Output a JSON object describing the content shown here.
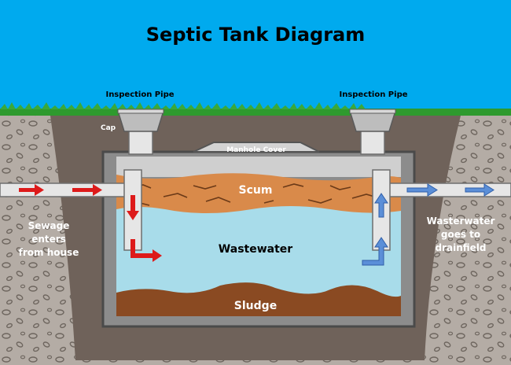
{
  "title": "Septic Tank Diagram",
  "labels": {
    "inspection_pipe_left": "Inspection Pipe",
    "inspection_pipe_right": "Inspection Pipe",
    "cap": "Cap",
    "manhole_cover": "Manhole Cover",
    "scum": "Scum",
    "wastewater": "Wastewater",
    "sludge": "Sludge",
    "inlet": [
      "Sewage",
      "enters",
      "from house"
    ],
    "outlet": [
      "Wasterwater",
      "goes to",
      "drainfield"
    ]
  },
  "colors": {
    "sky": "#00aaee",
    "grass": "#2e9a2e",
    "soil": "#b4aca5",
    "pit": "#6f625a",
    "tank_wall": "#8c8c8c",
    "pipe": "#e6e6e6",
    "scum": "#d98a4a",
    "wastewater": "#a8dcea",
    "sludge": "#8a4a22",
    "inlet_arrow": "#dd1a1a",
    "outlet_arrow": "#5b8fd8"
  }
}
